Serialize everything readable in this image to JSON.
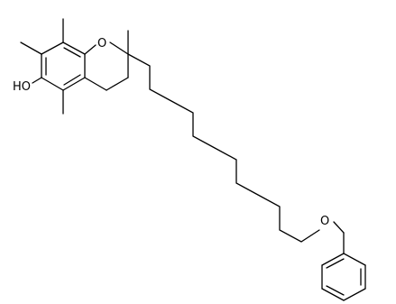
{
  "molecule": {
    "atom_labels": {
      "ring_oxygen": "O",
      "hydroxyl": "HO",
      "ether_oxygen": "O"
    },
    "colors": {
      "bond": "#000000",
      "background": "#ffffff"
    }
  }
}
